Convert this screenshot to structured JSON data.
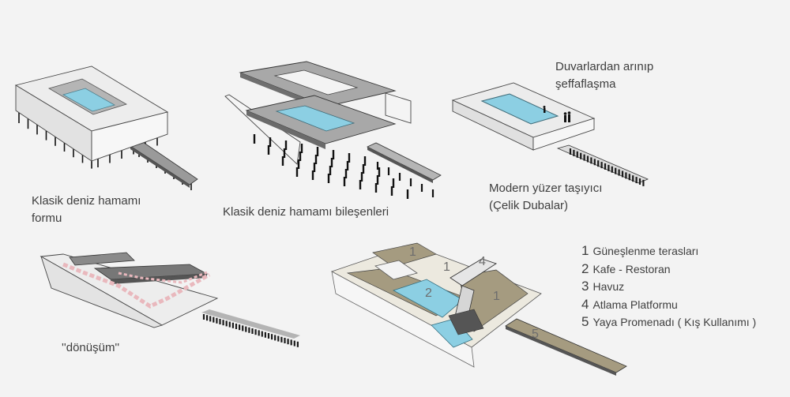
{
  "diagrams": [
    {
      "caption_line1": "Klasik deniz hamamı",
      "caption_line2": "formu"
    },
    {
      "caption_line1": "Klasik deniz hamamı bileşenleri"
    },
    {
      "caption_line1": "Duvarlardan arınıp",
      "caption_line2": "şeffaflaşma"
    },
    {
      "caption_line1": "Modern yüzer taşıyıcı",
      "caption_line2": "(Çelik Dubalar)"
    },
    {
      "caption_line1": "''dönüşüm''"
    }
  ],
  "site_labels": [
    "1",
    "1",
    "4",
    "2",
    "1",
    "5"
  ],
  "legend": [
    {
      "num": "1",
      "label": "Güneşlenme terasları"
    },
    {
      "num": "2",
      "label": "Kafe - Restoran"
    },
    {
      "num": "3",
      "label": "Havuz"
    },
    {
      "num": "4",
      "label": "Atlama Platformu"
    },
    {
      "num": "5",
      "label": "Yaya Promenadı ( Kış Kullanımı )"
    }
  ],
  "colors": {
    "pool": "#8ccfe3",
    "deck": "#a59b80",
    "slab": "#ececec",
    "dark_slab": "#8a8a8a",
    "path": "#e9b8bd"
  }
}
